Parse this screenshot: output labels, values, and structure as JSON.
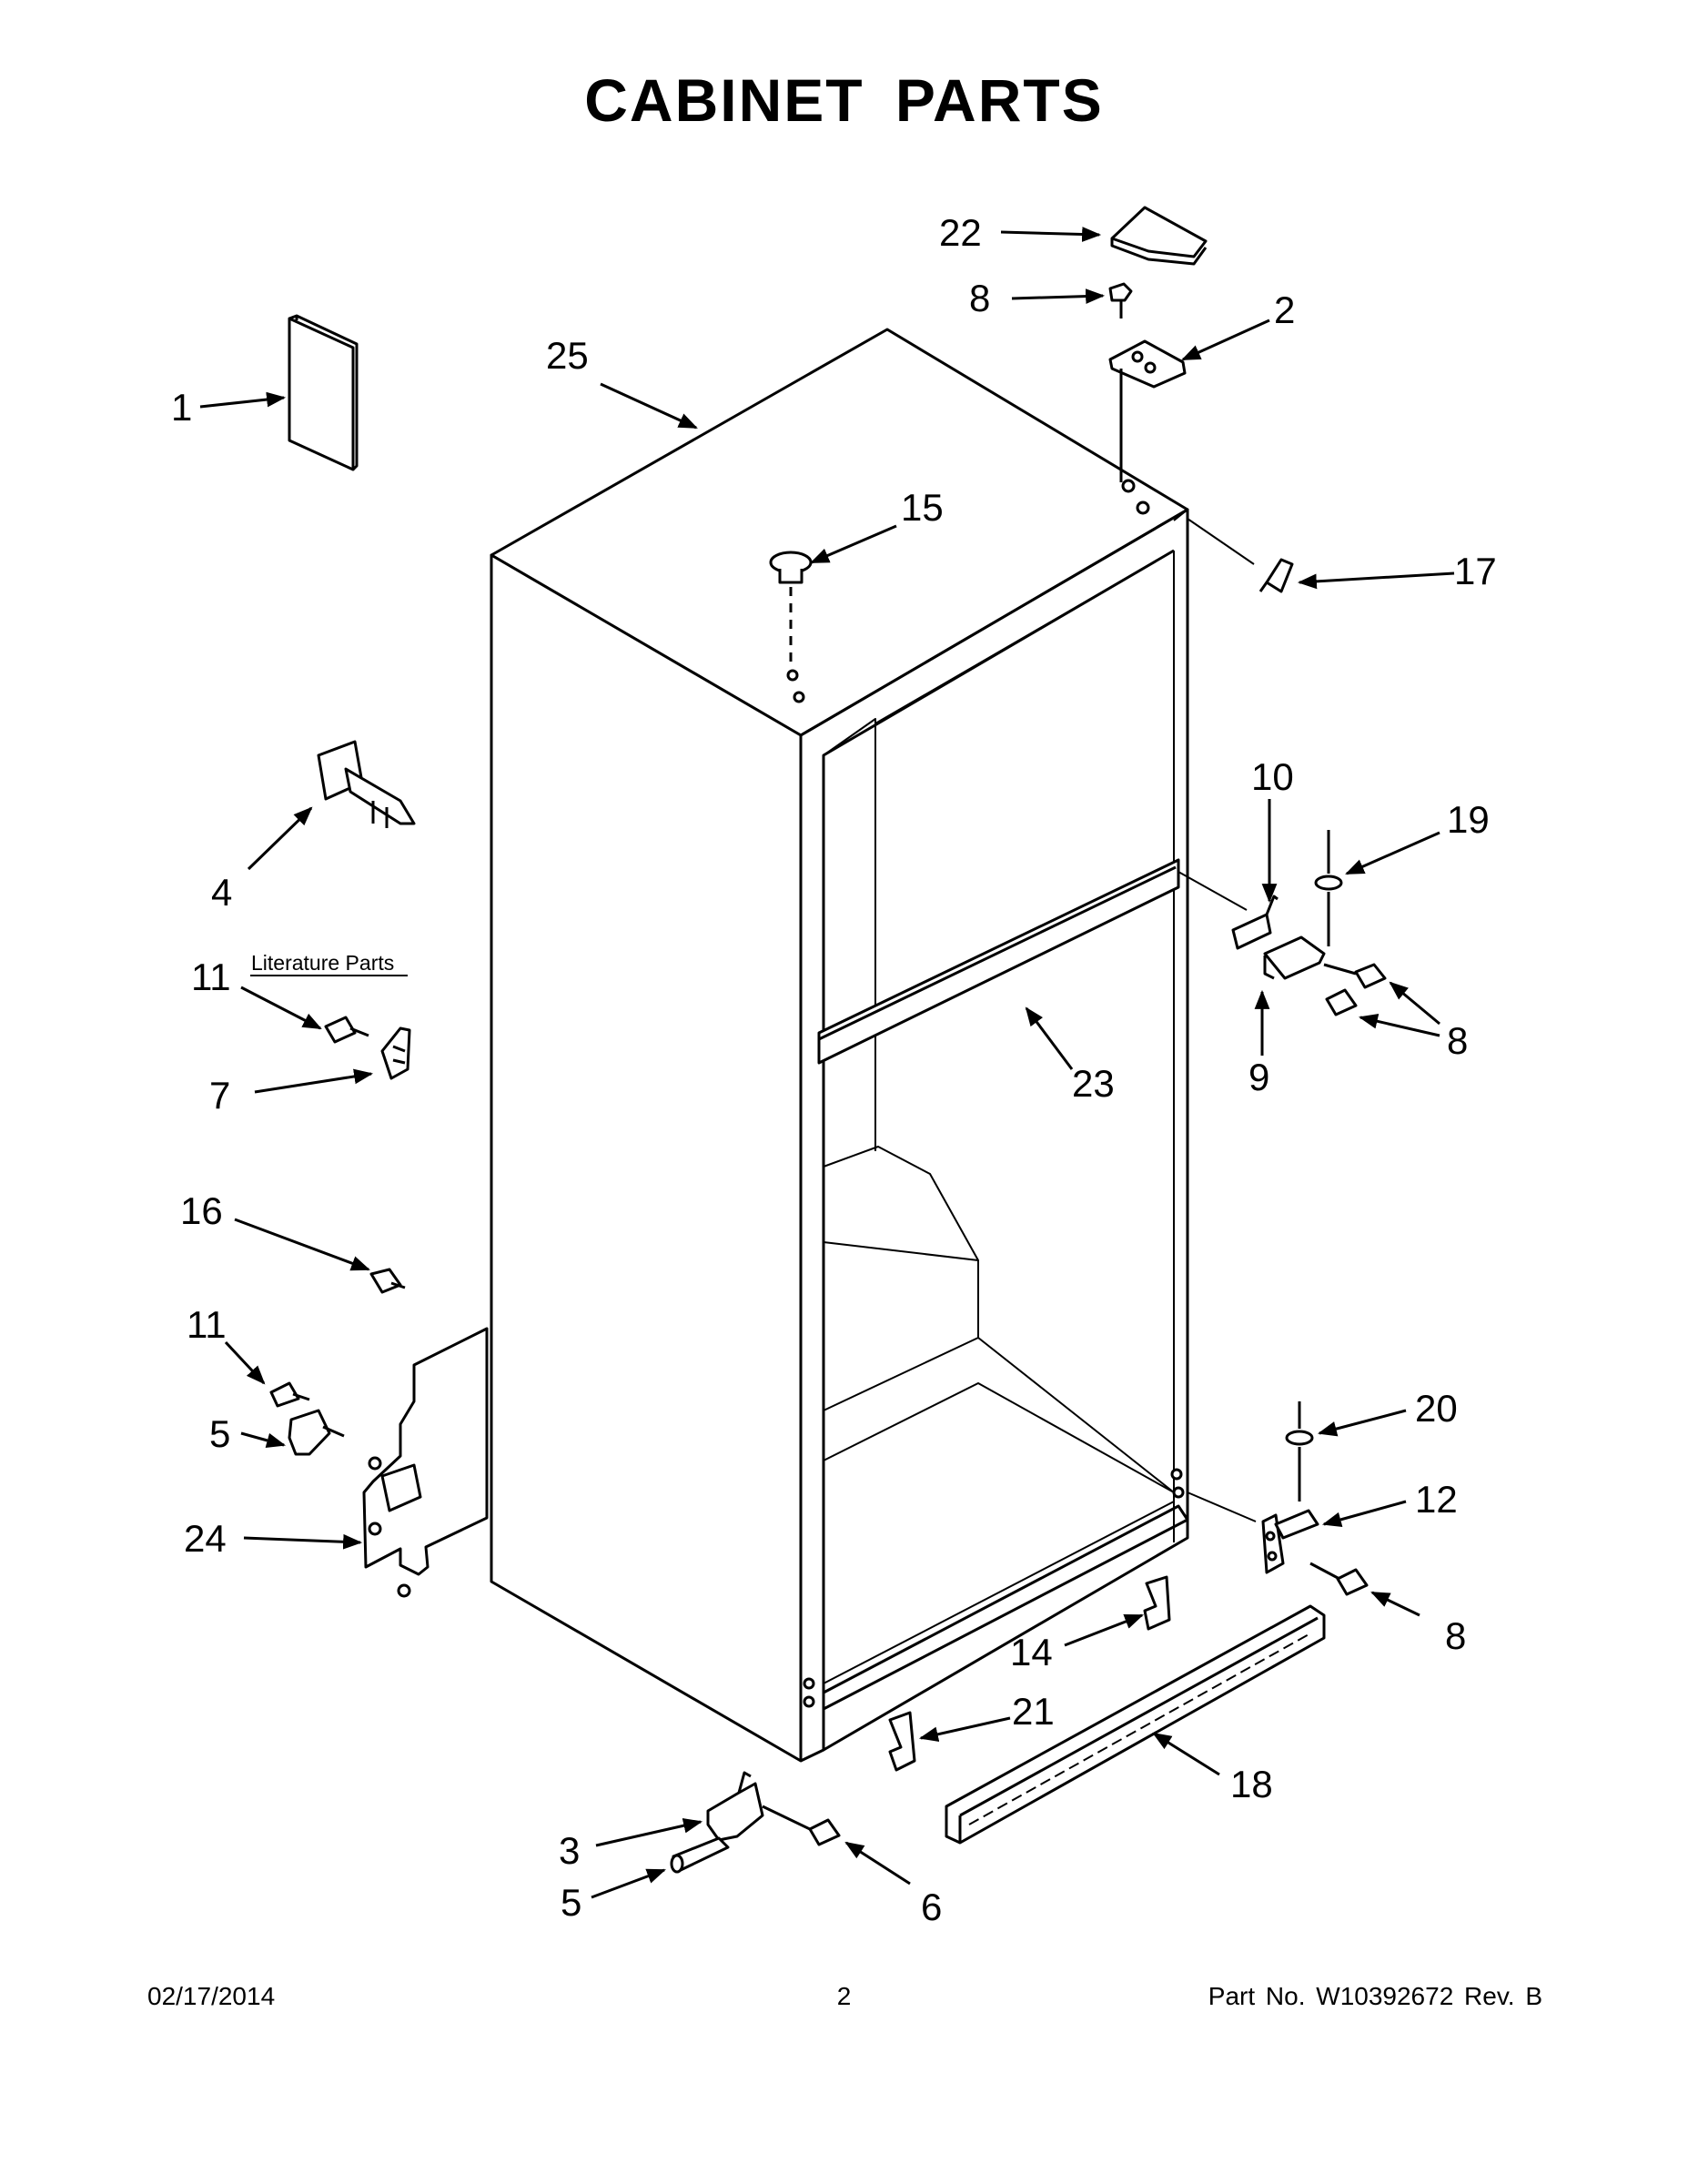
{
  "title": "CABINET PARTS",
  "literature_label": "Literature Parts",
  "callouts": {
    "c1": "1",
    "c2": "2",
    "c3": "3",
    "c4": "4",
    "c5a": "5",
    "c5b": "5",
    "c6": "6",
    "c7": "7",
    "c8a": "8",
    "c8b": "8",
    "c8c": "8",
    "c9": "9",
    "c10": "10",
    "c11a": "11",
    "c11b": "11",
    "c12": "12",
    "c14": "14",
    "c15": "15",
    "c16": "16",
    "c17": "17",
    "c18": "18",
    "c19": "19",
    "c20": "20",
    "c21": "21",
    "c22": "22",
    "c23": "23",
    "c24": "24",
    "c25": "25"
  },
  "footer": {
    "date": "02/17/2014",
    "page": "2",
    "part_no": "Part No.  W10392672  Rev.  B"
  }
}
